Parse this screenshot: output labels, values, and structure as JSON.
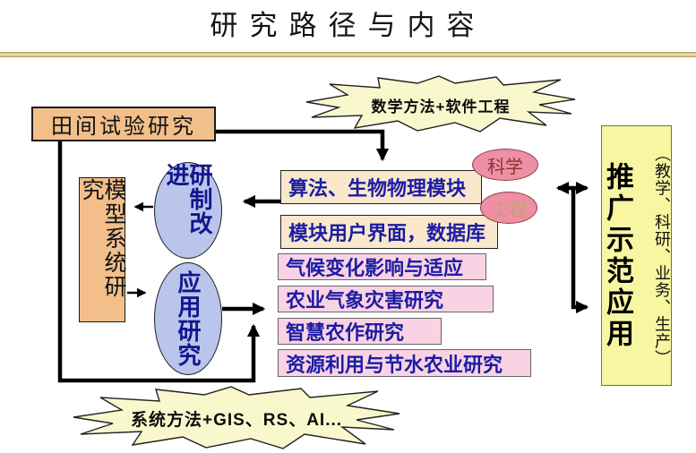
{
  "title": "研究路径与内容",
  "top_burst": {
    "label": "数学方法+软件工程"
  },
  "bottom_burst": {
    "label": "系统方法+GIS、RS、AI..."
  },
  "left_flow": {
    "field_box": "田间试验研究",
    "model_box": "模型系统研究",
    "develop_ellipse": "研制改进",
    "apply_ellipse": "应用研究"
  },
  "middle": {
    "module_boxes": [
      "算法、生物物理模块",
      "模块用户界面，数据库"
    ],
    "science_badge": "科学",
    "engineering_badge": "工程",
    "research_boxes": [
      "气候变化影响与适应",
      "农业气象灾害研究",
      "智慧农作研究",
      "资源利用与节水农业研究"
    ]
  },
  "right_panel": {
    "main": "推广示范应用",
    "sub": "（教学、科研、业务、生产）"
  },
  "colors": {
    "peach_box": "#f2bf8a",
    "cream_box": "#f9e8cc",
    "pink_box": "#f9d3e3",
    "ellipse_fill": "#b9c5ea",
    "ellipse_text": "#15158e",
    "box_text_blue": "#1c1ca3",
    "badge_fill": "#ee8fa6",
    "badge_sci_text": "#8a3430",
    "badge_eng_text": "#c3a26c",
    "yellow_panel": "#f8f6a0",
    "burst_fill": "#f9f8cd",
    "divider_gold": "#b9a466",
    "arrow": "#000000"
  }
}
